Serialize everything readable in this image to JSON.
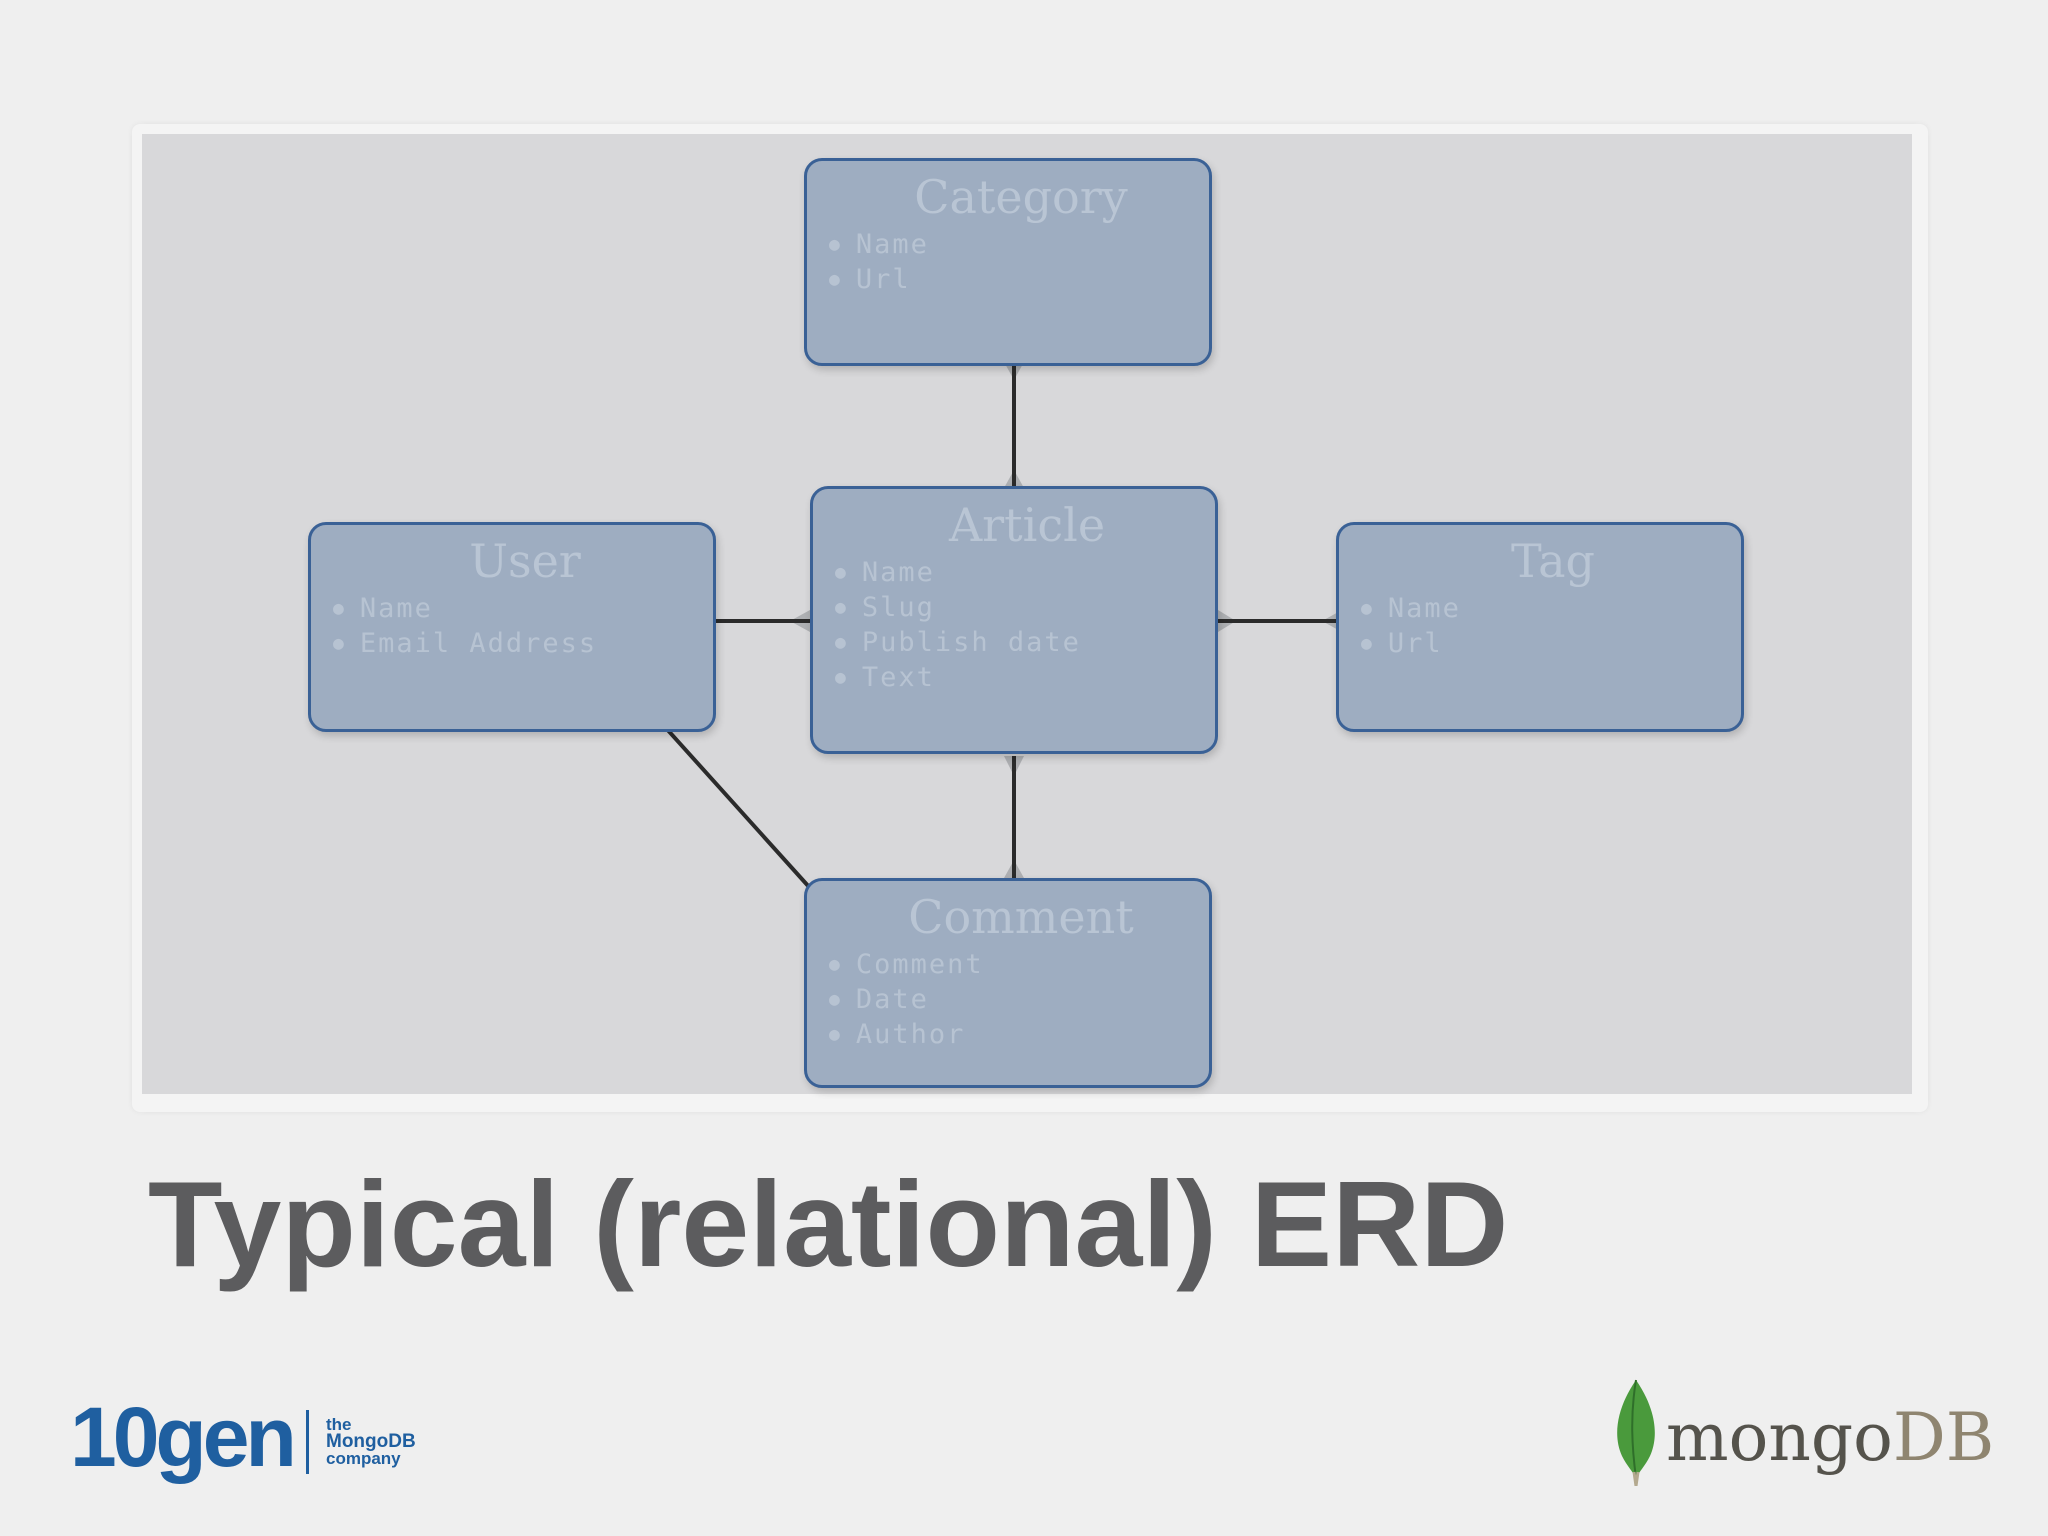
{
  "slide": {
    "title": "Typical (relational) ERD"
  },
  "diagram": {
    "entities": {
      "category": {
        "name": "Category",
        "attributes": [
          "Name",
          "Url"
        ]
      },
      "article": {
        "name": "Article",
        "attributes": [
          "Name",
          "Slug",
          "Publish date",
          "Text"
        ]
      },
      "user": {
        "name": "User",
        "attributes": [
          "Name",
          "Email Address"
        ]
      },
      "tag": {
        "name": "Tag",
        "attributes": [
          "Name",
          "Url"
        ]
      },
      "comment": {
        "name": "Comment",
        "attributes": [
          "Comment",
          "Date",
          "Author"
        ]
      }
    },
    "relationships": [
      {
        "from": "Category",
        "to": "Article"
      },
      {
        "from": "User",
        "to": "Article"
      },
      {
        "from": "Article",
        "to": "Tag"
      },
      {
        "from": "Article",
        "to": "Comment"
      },
      {
        "from": "User",
        "to": "Comment"
      }
    ],
    "colors": {
      "entity_fill": "#9eadc1",
      "entity_border": "#3a6196",
      "connector": "#2b2b2b",
      "title_text": "#5c5c5e"
    }
  },
  "logos": {
    "tengen": {
      "word": "10gen",
      "tagline": [
        "the",
        "MongoDB",
        "company"
      ],
      "color": "#1f5fa0"
    },
    "mongodb": {
      "word_mongo": "mongo",
      "word_db": "DB",
      "icon": "leaf-icon",
      "leaf_color": "#4a9a3c"
    }
  }
}
